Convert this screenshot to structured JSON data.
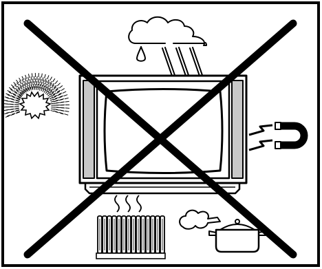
{
  "diagram": {
    "hazards": [
      {
        "name": "rain",
        "icon": "rain-cloud-icon"
      },
      {
        "name": "sunlight",
        "icon": "sun-icon"
      },
      {
        "name": "magnet",
        "icon": "magnet-icon"
      },
      {
        "name": "heater",
        "icon": "radiator-icon"
      },
      {
        "name": "steam",
        "icon": "steaming-pot-icon"
      }
    ],
    "subject": {
      "icon": "television-icon"
    },
    "prohibition": {
      "icon": "cross-out-icon"
    },
    "colors": {
      "ink": "#000000",
      "paper": "#ffffff",
      "side_panel": "#c8c8c8"
    }
  }
}
